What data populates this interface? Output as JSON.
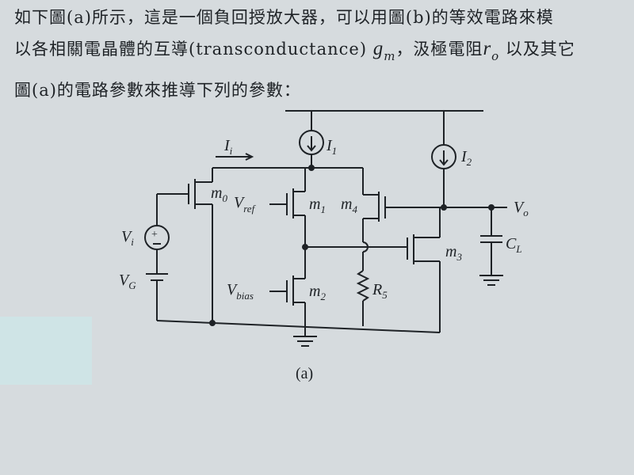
{
  "text": {
    "line1": "如下圖(a)所示，這是一個負回授放大器，可以用圖(b)的等效電路來模",
    "line2_a": "以各相關電晶體的互導(transconductance)",
    "gm_main": "g",
    "gm_sub": "m",
    "line2_b": "，汲極電阻",
    "ro_main": "r",
    "ro_sub": "o",
    "line2_c": " 以及其它",
    "line3": "圖(a)的電路參數來推導下列的參數："
  },
  "circuit": {
    "Ii": "I",
    "Ii_sub": "i",
    "I1": "I",
    "I1_sub": "1",
    "I2": "I",
    "I2_sub": "2",
    "m0": "m",
    "m0_sub": "0",
    "m1": "m",
    "m1_sub": "1",
    "m2": "m",
    "m2_sub": "2",
    "m3": "m",
    "m3_sub": "3",
    "m4": "m",
    "m4_sub": "4",
    "Vref": "V",
    "Vref_sub": "ref",
    "Vbias": "V",
    "Vbias_sub": "bias",
    "Vi": "V",
    "Vi_sub": "i",
    "VG": "V",
    "VG_sub": "G",
    "Vo": "V",
    "Vo_sub": "o",
    "CL": "C",
    "CL_sub": "L",
    "R5": "R",
    "R5_sub": "5",
    "caption": "(a)"
  }
}
